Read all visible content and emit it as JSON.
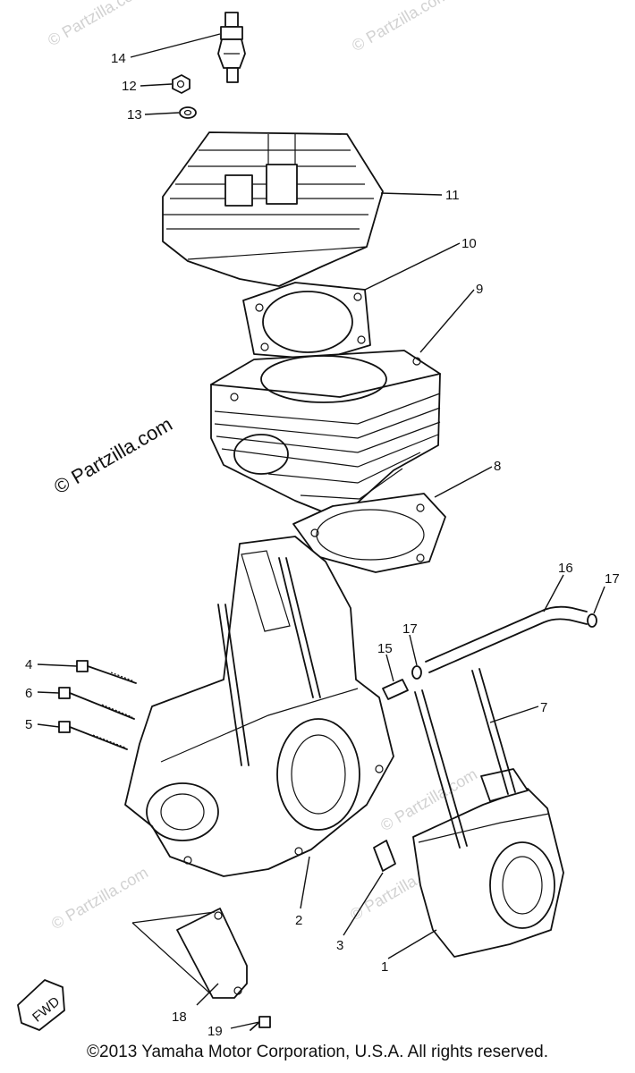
{
  "watermarks": [
    {
      "text": "© Partzilla.com"
    },
    {
      "text": "© Partzilla.com"
    },
    {
      "text": "© Partzilla.com"
    },
    {
      "text": "© Partzilla.com"
    },
    {
      "text": "© Partzilla.com"
    },
    {
      "text": "© Partzilla.com"
    },
    {
      "text": "© Partzilla.com"
    }
  ],
  "callouts": [
    {
      "label": "14"
    },
    {
      "label": "12"
    },
    {
      "label": "13"
    },
    {
      "label": "11"
    },
    {
      "label": "10"
    },
    {
      "label": "9"
    },
    {
      "label": "8"
    },
    {
      "label": "16"
    },
    {
      "label": "17"
    },
    {
      "label": "17"
    },
    {
      "label": "15"
    },
    {
      "label": "4"
    },
    {
      "label": "6"
    },
    {
      "label": "5"
    },
    {
      "label": "7"
    },
    {
      "label": "2"
    },
    {
      "label": "3"
    },
    {
      "label": "1"
    },
    {
      "label": "18"
    },
    {
      "label": "19"
    }
  ],
  "front_marker": {
    "label": "FWD"
  },
  "copyright": "©2013 Yamaha Motor Corporation, U.S.A. All rights reserved."
}
